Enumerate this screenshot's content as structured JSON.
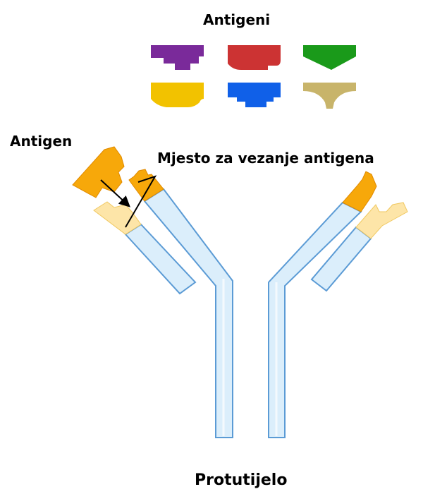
{
  "title": "Antigeni",
  "labels": {
    "antigen": "Antigen",
    "binding_site": "Mjesto za vezanje antigena",
    "antibody": "Protutijelo"
  },
  "antigen_legend": [
    {
      "name": "purple-antigen",
      "color": "#7a2a9a"
    },
    {
      "name": "red-antigen",
      "color": "#cc3333"
    },
    {
      "name": "green-antigen",
      "color": "#1a9a1a"
    },
    {
      "name": "yellow-antigen",
      "color": "#f2c200"
    },
    {
      "name": "blue-antigen",
      "color": "#1060e8"
    },
    {
      "name": "khaki-antigen",
      "color": "#c8b46a"
    }
  ],
  "colors": {
    "chain_fill": "#dbeefb",
    "chain_stroke": "#5b9bd5",
    "variable_region": "#f7a80a",
    "variable_region_light": "#fde5a8",
    "antigen_orange": "#f7a80a"
  }
}
